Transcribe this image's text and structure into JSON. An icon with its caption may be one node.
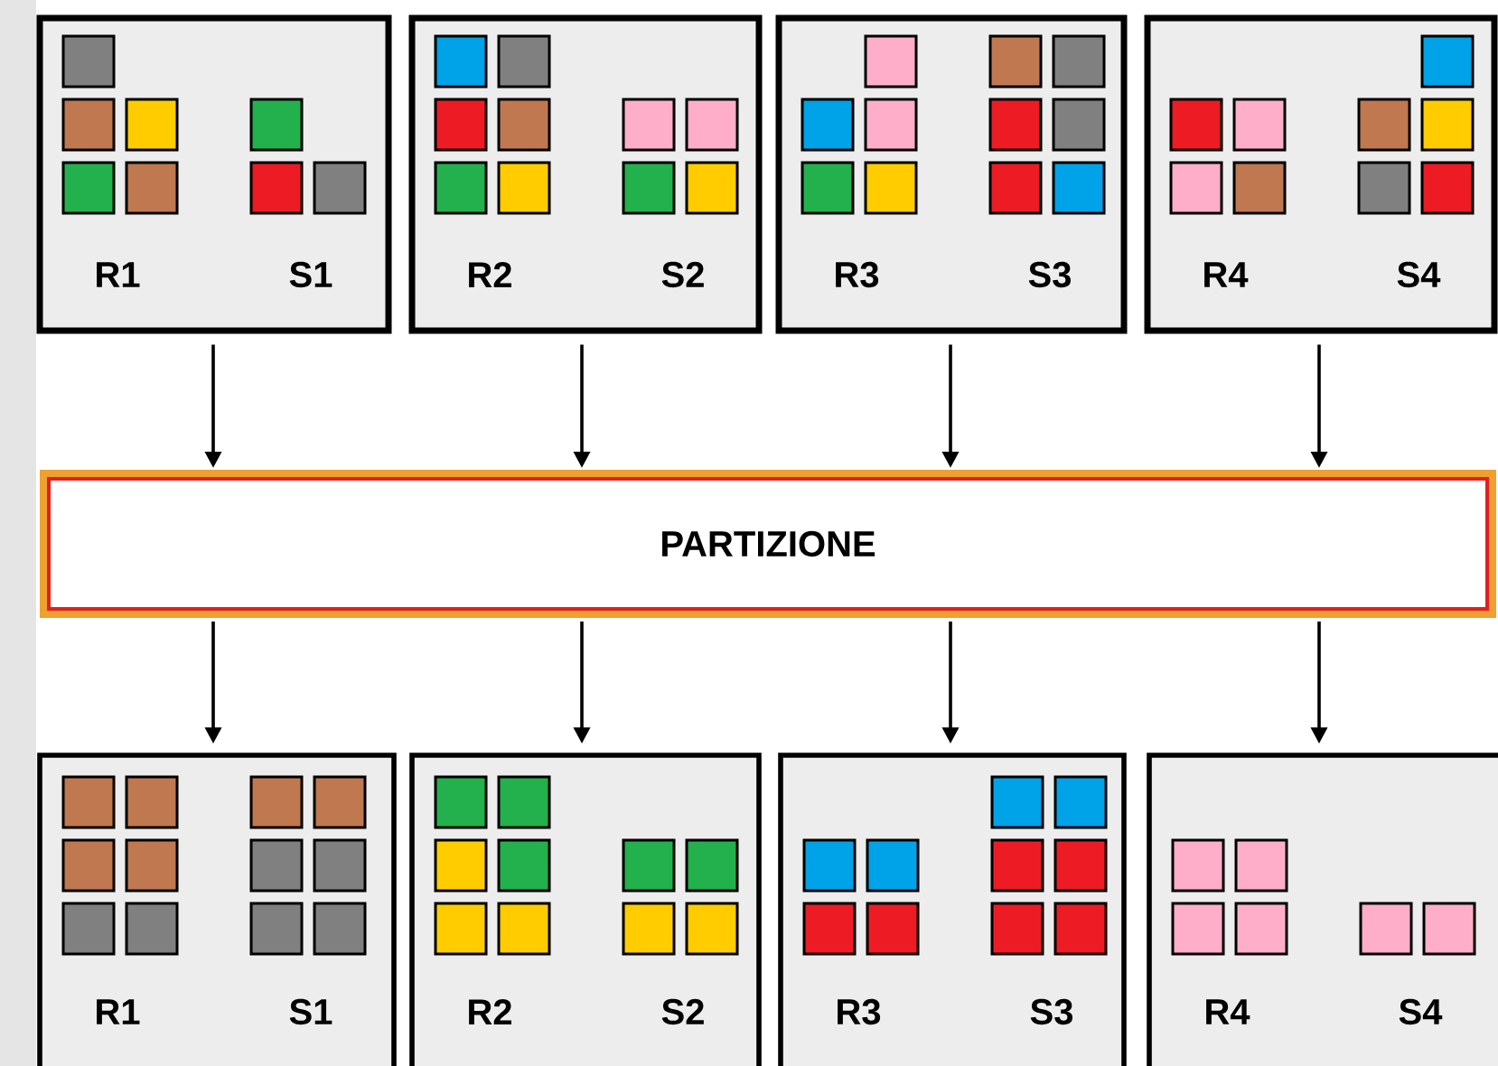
{
  "diagram": {
    "nodes": [
      {
        "text": [
          "R1",
          "S1"
        ]
      },
      {
        "text": [
          "R2",
          "S2"
        ]
      },
      {
        "text": [
          "R3",
          "S3"
        ]
      },
      {
        "text": [
          "R4",
          "S4"
        ]
      },
      {
        "text": [
          "PARTIZIONE"
        ]
      },
      {
        "text": [
          "R1",
          "S1"
        ]
      },
      {
        "text": [
          "R2",
          "S2"
        ]
      },
      {
        "text": [
          "R3",
          "S3"
        ]
      },
      {
        "text": [
          "R4",
          "S4"
        ]
      }
    ],
    "edges": [
      {
        "from": 0,
        "to": 4,
        "arrow": "to"
      },
      {
        "from": 1,
        "to": 4,
        "arrow": "to"
      },
      {
        "from": 2,
        "to": 4,
        "arrow": "to"
      },
      {
        "from": 3,
        "to": 4,
        "arrow": "to"
      },
      {
        "from": 4,
        "to": 5,
        "arrow": "to"
      },
      {
        "from": 4,
        "to": 6,
        "arrow": "to"
      },
      {
        "from": 4,
        "to": 7,
        "arrow": "to"
      },
      {
        "from": 4,
        "to": 8,
        "arrow": "to"
      }
    ]
  }
}
